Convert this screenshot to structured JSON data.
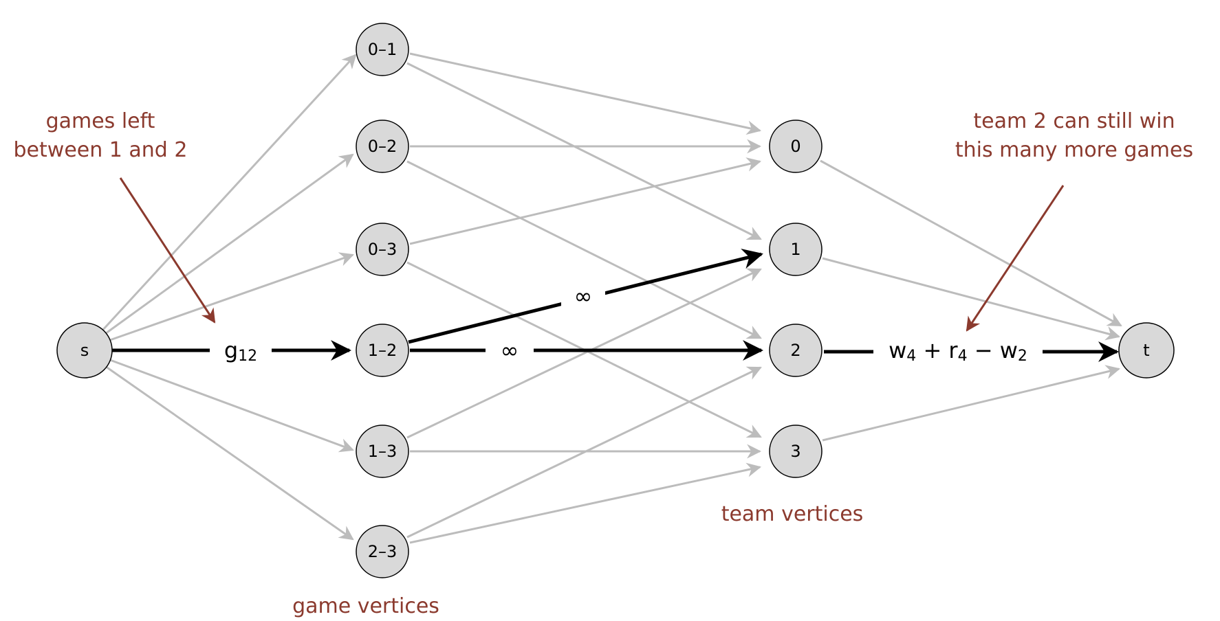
{
  "nodes": {
    "source": "s",
    "sink": "t",
    "games": [
      "0–1",
      "0–2",
      "0–3",
      "1–2",
      "1–3",
      "2–3"
    ],
    "teams": [
      "0",
      "1",
      "2",
      "3"
    ]
  },
  "edge_labels": {
    "source_to_game": {
      "base": "g",
      "sub": "12"
    },
    "game_to_team_1": "∞",
    "game_to_team_2": "∞",
    "team_to_sink": {
      "w": "w",
      "w_sub": "4",
      "plus": "+",
      "r": "r",
      "r_sub": "4",
      "minus": "−",
      "w2": "w",
      "w2_sub": "2"
    }
  },
  "annotations": {
    "games_left": [
      "games left",
      "between 1 and 2"
    ],
    "team_can_win": [
      "team 2 can still win",
      "this many more games"
    ],
    "game_vertices": "game vertices",
    "team_vertices": "team vertices"
  },
  "colors": {
    "annotation": "#8b3a2e",
    "gray_edge": "#bcbcbc",
    "node_fill": "#d9d9d9",
    "bold_edge": "#000000"
  }
}
